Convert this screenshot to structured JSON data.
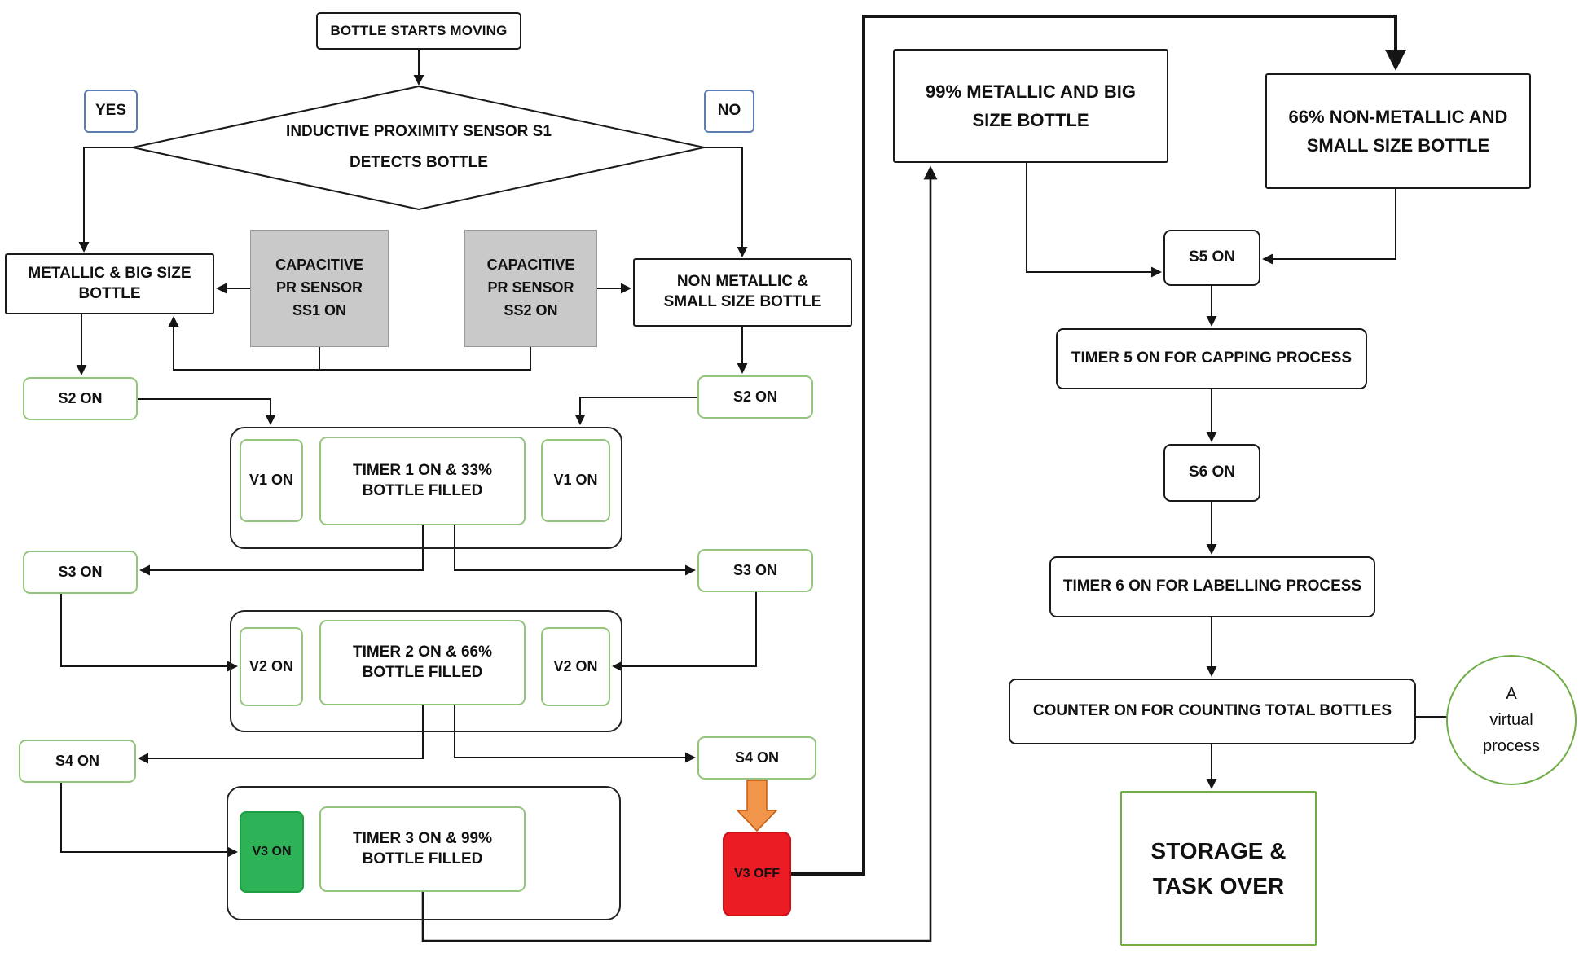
{
  "diagram": {
    "nodes": {
      "start": "BOTTLE STARTS MOVING",
      "decision": "INDUCTIVE PROXIMITY SENSOR S1 DETECTS BOTTLE",
      "yes": "YES",
      "no": "NO",
      "metallic_big": "METALLIC & BIG SIZE BOTTLE",
      "cap_sensor_ss1": "CAPACITIVE PR SENSOR SS1 ON",
      "cap_sensor_ss2": "CAPACITIVE PR SENSOR SS2 ON",
      "non_metallic_small": "NON METALLIC & SMALL SIZE BOTTLE",
      "s2_left": "S2 ON",
      "s2_right": "S2 ON",
      "v1_left": "V1 ON",
      "timer1": "TIMER 1 ON & 33% BOTTLE FILLED",
      "v1_right": "V1 ON",
      "s3_left": "S3 ON",
      "s3_right": "S3 ON",
      "v2_left": "V2 ON",
      "timer2": "TIMER 2 ON & 66% BOTTLE FILLED",
      "v2_right": "V2 ON",
      "s4_left": "S4 ON",
      "s4_right": "S4 ON",
      "v3_on": "V3 ON",
      "timer3": "TIMER 3 ON & 99% BOTTLE FILLED",
      "v3_off": "V3 OFF",
      "metallic_result": "99% METALLIC AND BIG SIZE BOTTLE",
      "non_metallic_result": "66% NON-METALLIC AND SMALL SIZE BOTTLE",
      "s5": "S5 ON",
      "timer5": "TIMER 5 ON FOR CAPPING PROCESS",
      "s6": "S6 ON",
      "timer6": "TIMER 6 ON FOR LABELLING PROCESS",
      "counter": "COUNTER ON FOR COUNTING TOTAL BOTTLES",
      "virtual_process": "A virtual process",
      "storage": "STORAGE & TASK OVER"
    },
    "colors": {
      "line": "#151515",
      "green_border": "#94c47d",
      "green_fill": "#2db257",
      "red_fill": "#ec1c24",
      "orange_arrow": "#f0954a",
      "gray_fill": "#c9c9c9",
      "blue_border": "#5b7db1",
      "storage_green": "#70ad47"
    }
  }
}
